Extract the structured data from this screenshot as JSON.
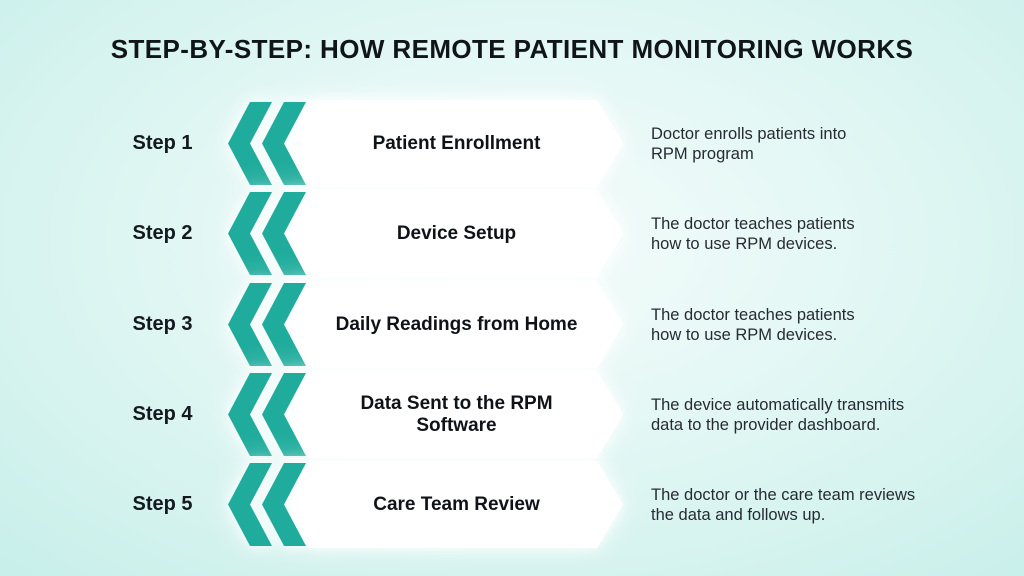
{
  "title": "STEP-BY-STEP: HOW REMOTE PATIENT MONITORING WORKS",
  "colors": {
    "accent_teal": "#1FAC9C",
    "background_edge": "#C8EFEA",
    "background_center": "#F4FCFB",
    "box_fill": "#FFFFFF",
    "title_text": "#10151A",
    "description_text": "#262B33"
  },
  "steps": [
    {
      "label": "Step 1",
      "box_title": "Patient Enrollment",
      "desc_line1": "Doctor enrolls patients into",
      "desc_line2": "RPM program"
    },
    {
      "label": "Step 2",
      "box_title": "Device Setup",
      "desc_line1": "The doctor teaches patients",
      "desc_line2": "how to use RPM devices."
    },
    {
      "label": "Step 3",
      "box_title": "Daily Readings from Home",
      "desc_line1": "The doctor teaches patients",
      "desc_line2": "how to use RPM devices."
    },
    {
      "label": "Step 4",
      "box_title": "Data Sent to the RPM Software",
      "desc_line1": "The device automatically transmits",
      "desc_line2": "data to the provider dashboard."
    },
    {
      "label": "Step 5",
      "box_title": "Care Team Review",
      "desc_line1": "The doctor or the care team reviews",
      "desc_line2": "the data and follows up."
    }
  ]
}
